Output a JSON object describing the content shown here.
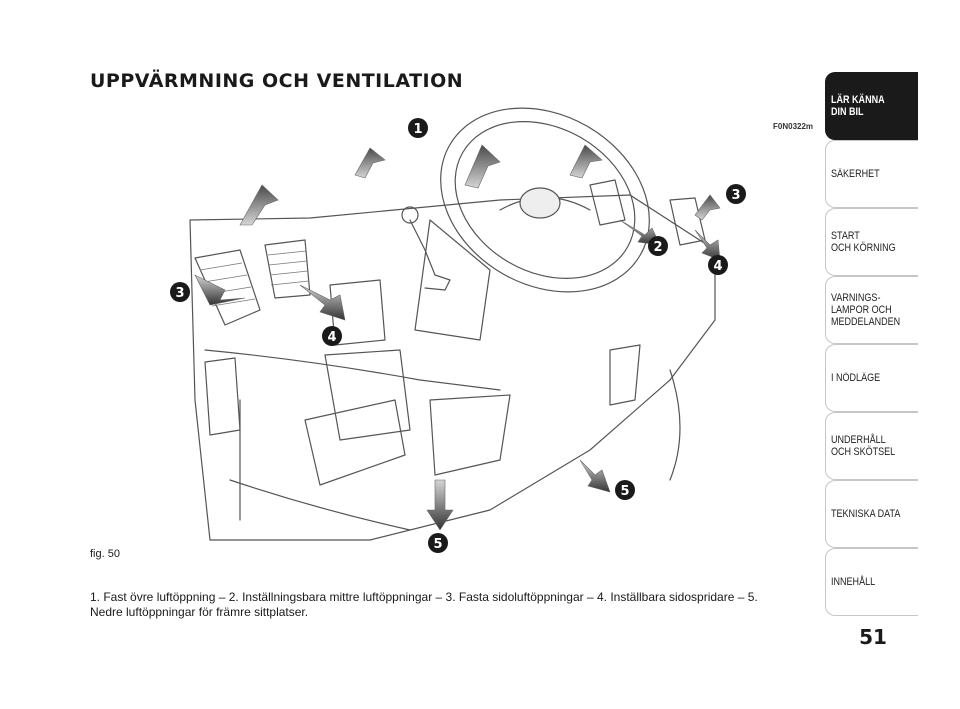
{
  "page": {
    "title": "UPPVÄRMNING OCH VENTILATION",
    "figure_code": "F0N0322m",
    "figure_label": "fig. 50",
    "caption": "1. Fast övre luftöppning – 2. Inställningsbara mittre luftöppningar – 3. Fasta sidoluftöppningar – 4. Inställbara sidospridare – 5. Nedre luftöppningar för främre sittplatser.",
    "page_number": "51"
  },
  "callouts": {
    "c1": "1",
    "c2": "2",
    "c3_left": "3",
    "c3_right": "3",
    "c4_left": "4",
    "c4_right": "4",
    "c5_left": "5",
    "c5_right": "5"
  },
  "sidebar": {
    "tabs": [
      {
        "label": "LÄR KÄNNA\nDIN BIL",
        "active": true
      },
      {
        "label": "SÄKERHET",
        "active": false
      },
      {
        "label": "START\nOCH KÖRNING",
        "active": false
      },
      {
        "label": "VARNINGS-\nLAMPOR OCH\nMEDDELANDEN",
        "active": false
      },
      {
        "label": "I NÖDLÄGE",
        "active": false
      },
      {
        "label": "UNDERHÅLL\nOCH SKÖTSEL",
        "active": false
      },
      {
        "label": "TEKNISKA DATA",
        "active": false
      },
      {
        "label": "INNEHÅLL",
        "active": false
      }
    ]
  }
}
